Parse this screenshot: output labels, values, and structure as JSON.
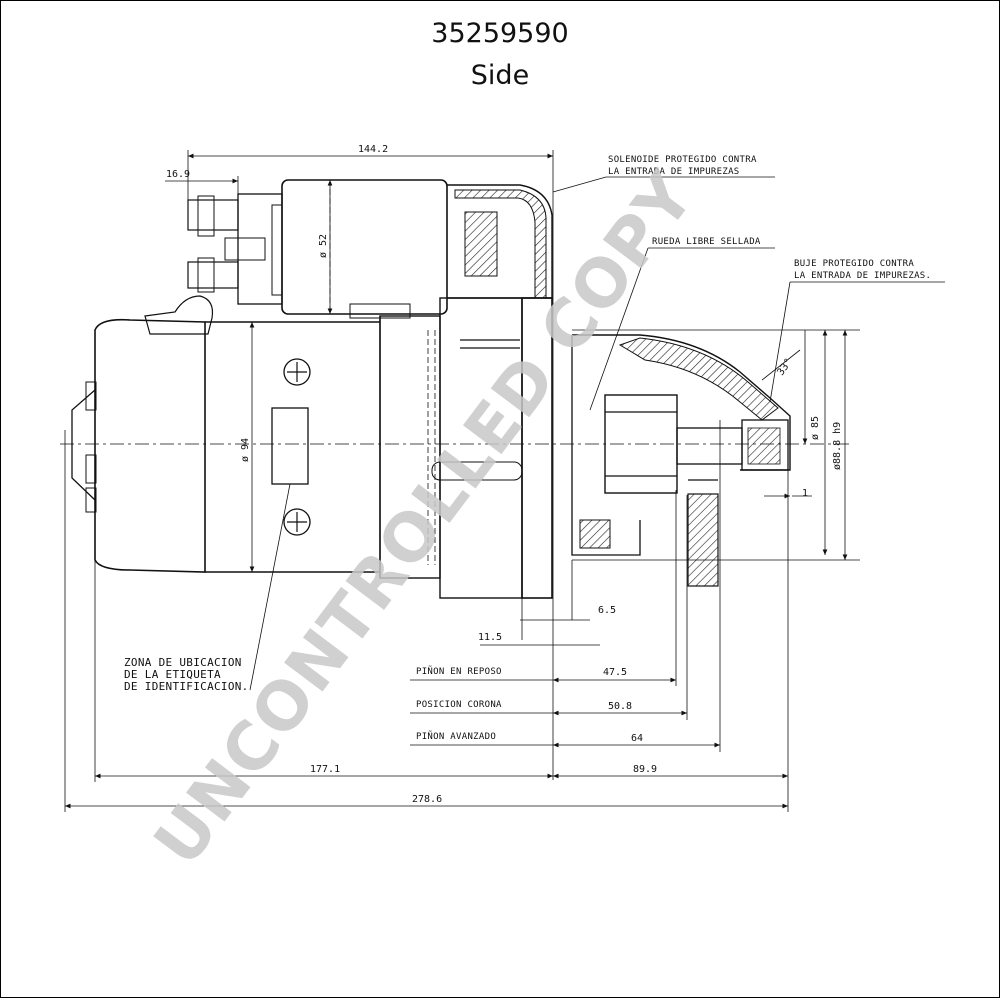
{
  "header": {
    "part_number": "35259590",
    "view": "Side"
  },
  "watermark": "UNCONTROLLED COPY",
  "dimensions": {
    "top_overall": "144.2",
    "terminal_offset": "16.9",
    "solenoid_diameter": "ø 52",
    "body_diameter": "ø 94",
    "pinion_diameter": "ø 85",
    "flange_diameter": "ø88.8 h9",
    "angle": "33°",
    "gap": "1",
    "offset_a": "6.5",
    "offset_b": "11.5",
    "rest_value": "47.5",
    "crown_value": "50.8",
    "advanced_value": "64",
    "left_length": "177.1",
    "right_length": "89.9",
    "total_length": "278.6"
  },
  "notes": {
    "solenoid_line1": "SOLENOIDE PROTEGIDO CONTRA",
    "solenoid_line2": "LA ENTRADA DE IMPUREZAS",
    "wheel": "RUEDA LIBRE SELLADA",
    "bushing_line1": "BUJE PROTEGIDO CONTRA",
    "bushing_line2": "LA ENTRADA DE IMPUREZAS.",
    "zone_line1": "ZONA DE UBICACION",
    "zone_line2": "DE LA ETIQUETA",
    "zone_line3": "DE IDENTIFICACION.",
    "pinion_rest": "PIÑON EN REPOSO",
    "crown_position": "POSICION CORONA",
    "pinion_advanced": "PIÑON AVANZADO"
  }
}
